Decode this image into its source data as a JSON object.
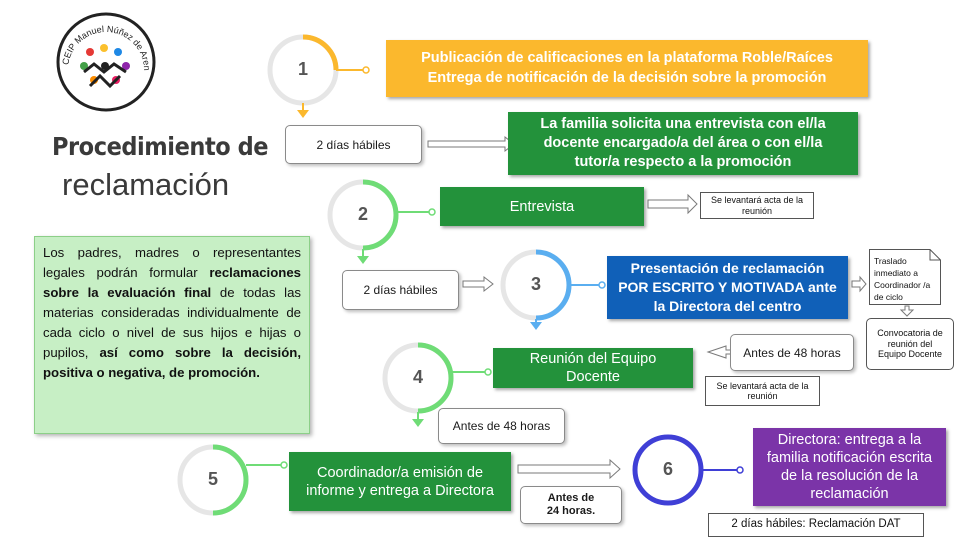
{
  "title": {
    "line1": "Procedimiento de",
    "line2": "reclamación"
  },
  "logo": {
    "text": "CEIP Manuel Núñez de Arenas",
    "icon": "school-logo"
  },
  "intro": {
    "part1": "Los padres, madres o representantes legales podrán formular ",
    "bold1": "reclamaciones sobre la evaluación final",
    "part2": " de todas las materias consideradas individualmente de cada ciclo o nivel de sus hijos e hijas o pupilos, ",
    "bold2": "así como sobre la decisión, positiva o negativa, de promoción."
  },
  "steps": [
    {
      "number": "1",
      "color": "#fbb82d",
      "text_line1": "Publicación de calificaciones en la plataforma Roble/Raíces",
      "text_line2": "Entrega de notificación de la decisión sobre la promoción"
    },
    {
      "number": "2",
      "color": "#6fdc76",
      "text": "Entrevista"
    },
    {
      "number": "3",
      "color": "#5aaef0",
      "text": "Presentación de reclamación POR ESCRITO Y MOTIVADA ante la Directora del centro"
    },
    {
      "number": "4",
      "color": "#6fdc76",
      "text": "Reunión del Equipo Docente"
    },
    {
      "number": "5",
      "color": "#6fdc76",
      "text": "Coordinador/a emisión de informe y entrega a Directora"
    },
    {
      "number": "6",
      "color": "#3f3fd6",
      "text": "Directora: entrega a la familia notificación escrita de la resolución de la reclamación"
    }
  ],
  "family_box": "La familia solicita una entrevista con el/la docente encargado/a del área o con el/la tutor/a respecto a la promoción",
  "deadlines": {
    "d1": "2 días hábiles",
    "d2": "2 días hábiles",
    "d3": "Antes de 48 horas",
    "d4": "Antes de 48 horas",
    "d5_line1": "Antes de",
    "d5_line2": "24 horas.",
    "final": "2 días hábiles: Reclamación DAT"
  },
  "notes": {
    "acta1": "Se levantará acta de la reunión",
    "traslado": "Traslado inmediato a Coordinador /a de ciclo",
    "convocatoria": "Convocatoria de reunión del Equipo Docente",
    "acta2": "Se levantará acta de la reunión"
  },
  "colors": {
    "yellow": "#fbb82d",
    "green": "#23923b",
    "light_green": "#6fdc76",
    "blue": "#1060b8",
    "purple": "#7b34a8",
    "intro_bg": "#c7efc5"
  }
}
